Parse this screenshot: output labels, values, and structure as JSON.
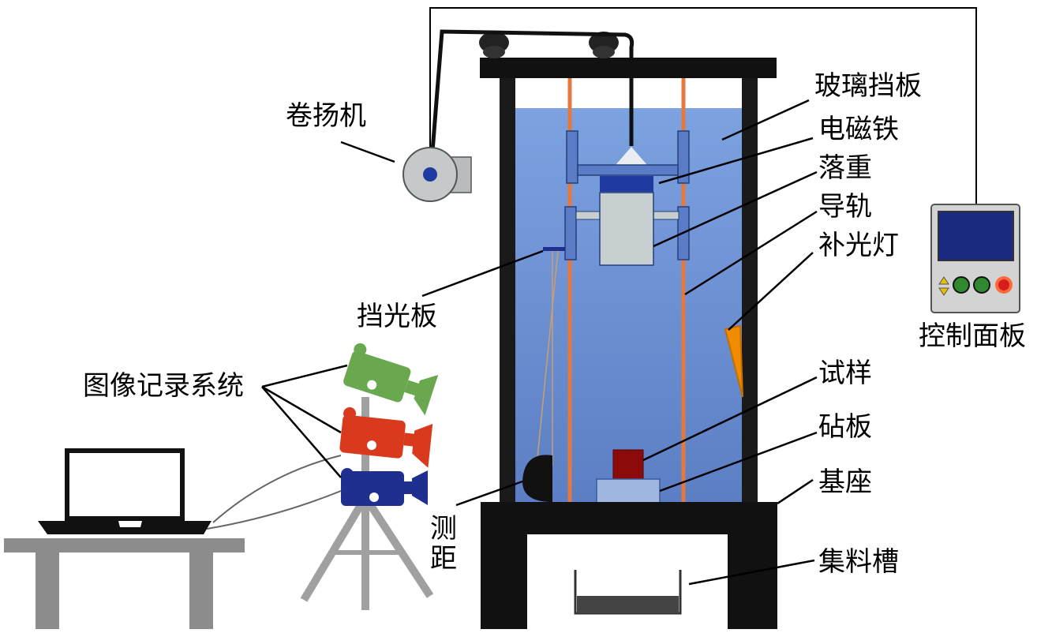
{
  "labels": {
    "winch": "卷扬机",
    "glass_baffle": "玻璃挡板",
    "electromagnet": "电磁铁",
    "drop_weight": "落重",
    "guide_rail": "导轨",
    "fill_light": "补光灯",
    "light_blocker": "挡光板",
    "control_panel": "控制面板",
    "image_recording_system": "图像记录系统",
    "specimen": "试样",
    "anvil": "砧板",
    "base": "基座",
    "rangefinder_1": "测",
    "rangefinder_2": "距",
    "collection_trough": "集料槽"
  },
  "colors": {
    "frame": "#111111",
    "glass": "#6a8fd2",
    "guide_rail": "#e5783c",
    "electromagnet": "#1f3aa0",
    "drop_weight": "#c7cfd0",
    "fill_light": "#f08c00",
    "specimen": "#8b0a0a",
    "anvil": "#9fb6e0",
    "camera_green": "#6aa84f",
    "camera_red": "#d93a1e",
    "camera_blue": "#1f2f8f",
    "tripod": "#a0a0a0",
    "table": "#8c8c8c",
    "panel_screen": "#1a2a80",
    "button_green": "#2f8a2f",
    "button_red": "#d61c1c"
  }
}
